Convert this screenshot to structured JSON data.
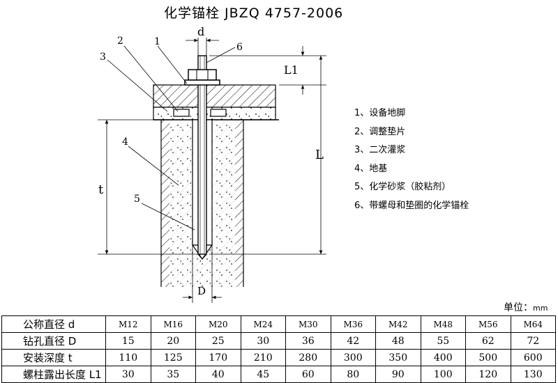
{
  "title": "化学锚栓 JBZQ 4757-2006",
  "diagram_labels": {
    "d": "d",
    "D": "D",
    "L": "L",
    "L1": "L1",
    "t": "t",
    "n1": "1",
    "n2": "2",
    "n3": "3",
    "n4": "4",
    "n5": "5",
    "n6": "6"
  },
  "legend": [
    "1、设备地脚",
    "2、调整垫片",
    "3、二次灌浆",
    "4、地基",
    "5、化学砂浆（胶粘剂）",
    "6、带螺母和垫圈的化学锚栓"
  ],
  "unit_label": "单位：",
  "unit_value": "mm",
  "table": {
    "rows": [
      {
        "label": "公称直径 d",
        "values": [
          "M12",
          "M16",
          "M20",
          "M24",
          "M30",
          "M36",
          "M42",
          "M48",
          "M56",
          "M64"
        ]
      },
      {
        "label": "钻孔直径 D",
        "values": [
          "15",
          "20",
          "25",
          "30",
          "36",
          "42",
          "48",
          "55",
          "62",
          "72"
        ]
      },
      {
        "label": "安装深度 t",
        "values": [
          "110",
          "125",
          "170",
          "210",
          "280",
          "300",
          "350",
          "400",
          "500",
          "600"
        ]
      },
      {
        "label": "螺柱露出长度 L1",
        "values": [
          "30",
          "35",
          "40",
          "45",
          "60",
          "80",
          "90",
          "100",
          "120",
          "130"
        ]
      }
    ]
  }
}
